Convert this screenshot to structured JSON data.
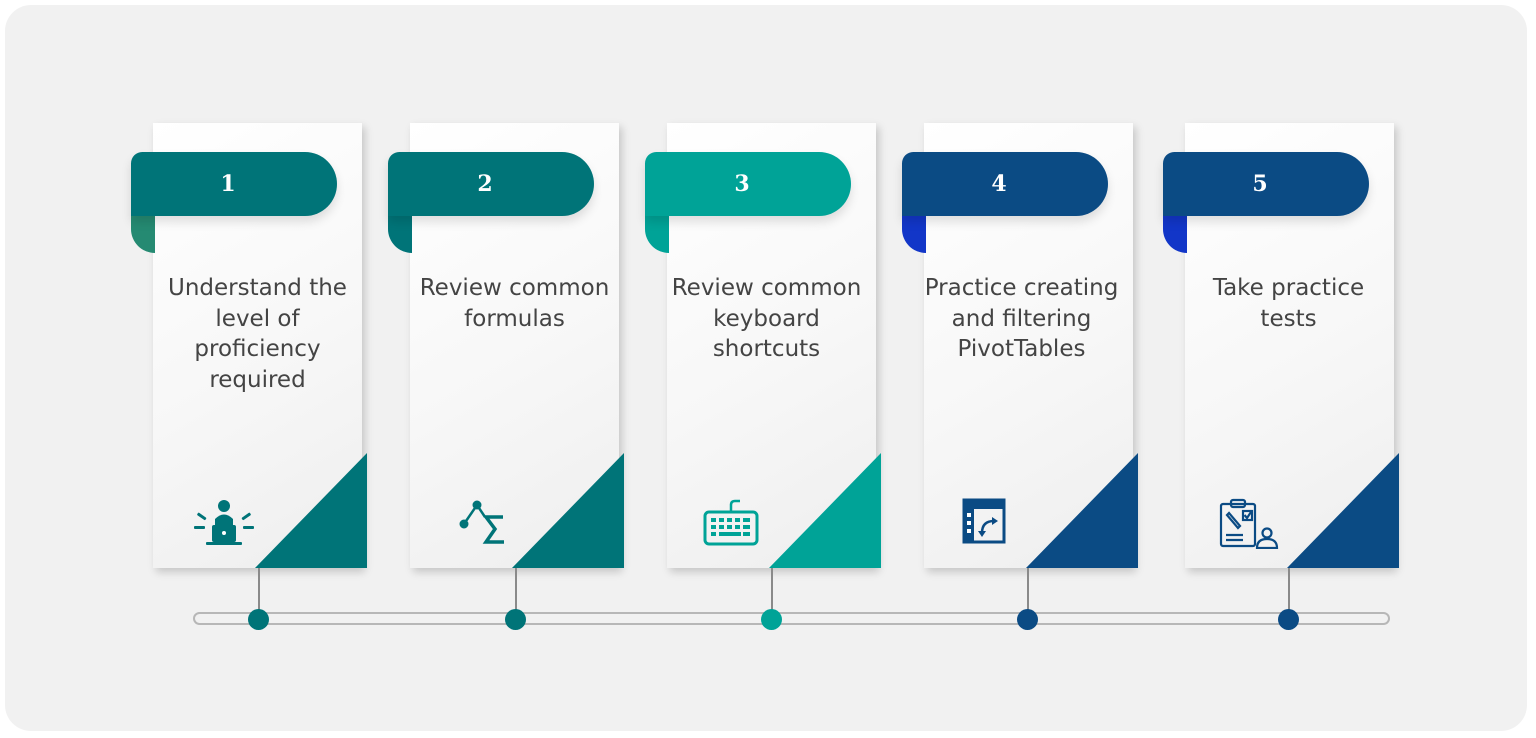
{
  "steps": [
    {
      "number": "1",
      "label": "Understand the level of proficiency required",
      "icon": "multitasking-person-laptop-icon",
      "color": "#007478",
      "fold_color": "#258a72"
    },
    {
      "number": "2",
      "label": "Review common formulas",
      "icon": "formula-sigma-icon",
      "color": "#007478",
      "fold_color": "#007478"
    },
    {
      "number": "3",
      "label": "Review common keyboard shortcuts",
      "icon": "keyboard-icon",
      "color": "#00a397",
      "fold_color": "#00a397"
    },
    {
      "number": "4",
      "label": "Practice creating and filtering PivotTables",
      "icon": "pivot-table-icon",
      "color": "#0b4b84",
      "fold_color": "#1236c8"
    },
    {
      "number": "5",
      "label": "Take practice tests",
      "icon": "clipboard-test-icon",
      "color": "#0b4b84",
      "fold_color": "#1236c8"
    }
  ]
}
